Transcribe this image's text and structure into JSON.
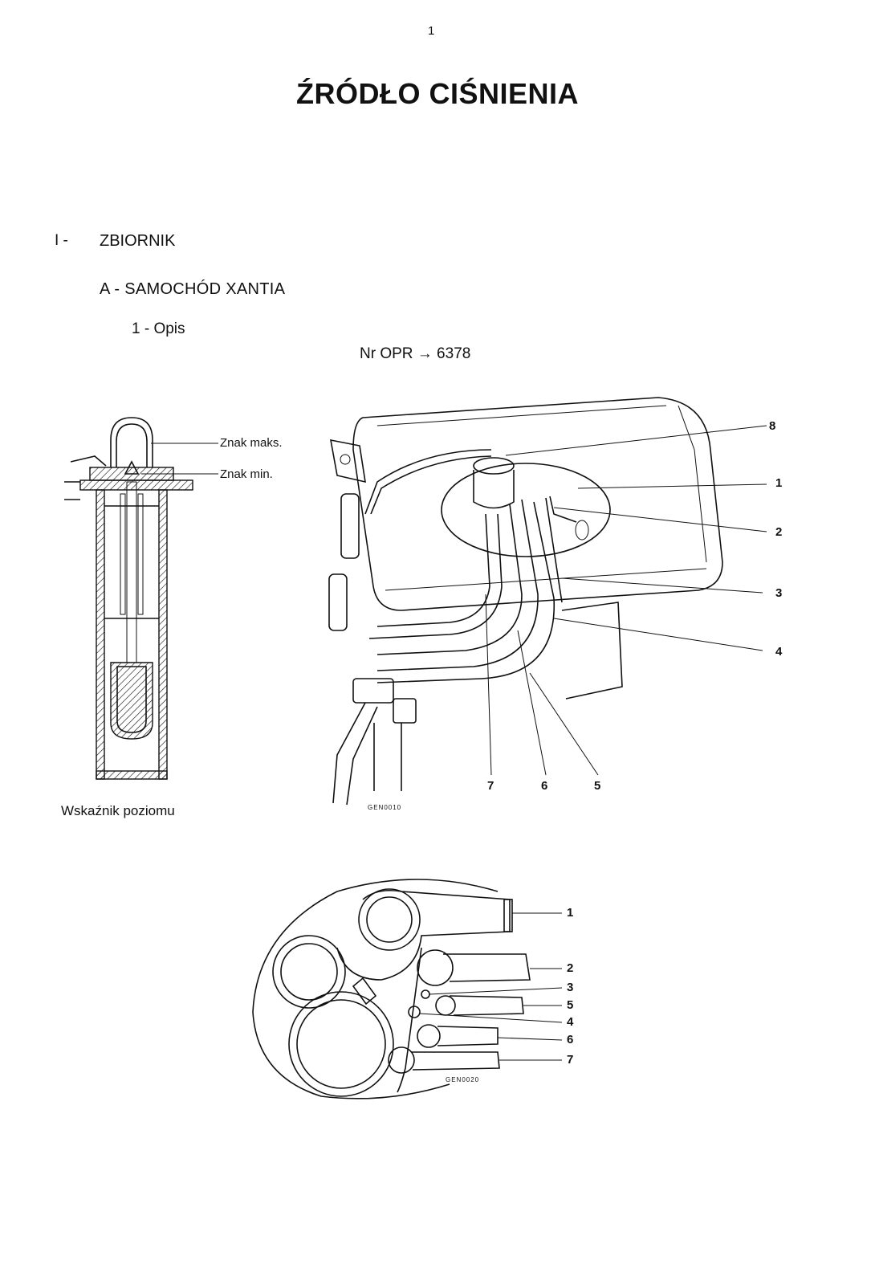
{
  "page_number": "1",
  "title": "ŹRÓDŁO CIŚNIENIA",
  "section": {
    "number": "I -",
    "title": "ZBIORNIK"
  },
  "subsection": "A - SAMOCHÓD XANTIA",
  "subsubsection": "1 - Opis",
  "opr_reference": "Nr OPR → 6378",
  "level_indicator": {
    "caption": "Wskaźnik poziomu",
    "labels": {
      "max": "Znak maks.",
      "min": "Znak min."
    }
  },
  "tank_figure": {
    "code": "GEN0010",
    "callouts": [
      "8",
      "1",
      "2",
      "3",
      "4",
      "5",
      "6",
      "7"
    ]
  },
  "plate_figure": {
    "code": "GEN0020",
    "callouts": [
      "1",
      "2",
      "3",
      "5",
      "4",
      "6",
      "7"
    ]
  }
}
